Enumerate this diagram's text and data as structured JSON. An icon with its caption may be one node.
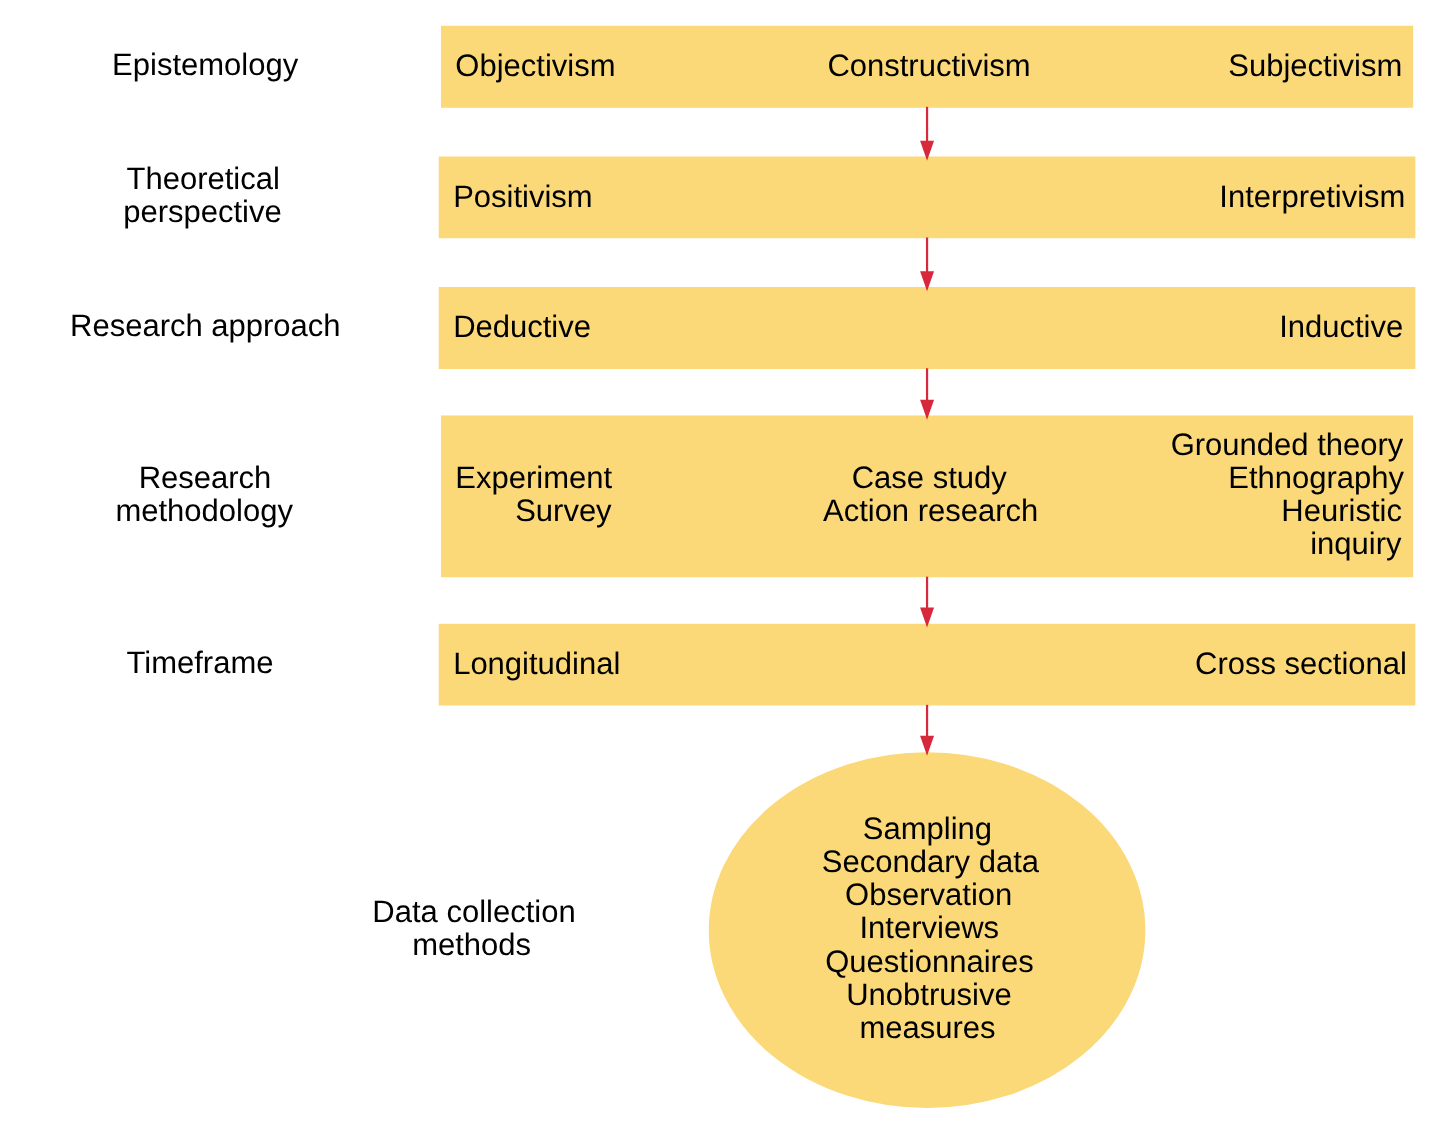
{
  "diagram": {
    "nodes": [
      {
        "text": [
          "Objectivism",
          "Constructivism",
          "Subjectivism"
        ]
      },
      {
        "text": [
          "Positivism",
          "Interpretivism"
        ]
      },
      {
        "text": [
          "Deductive",
          "Inductive"
        ]
      },
      {
        "text": [
          "Experiment Survey",
          "Case study Action research",
          "Grounded theory Ethnography Heuristic inquiry"
        ]
      },
      {
        "text": [
          "Longitudinal",
          "Cross sectional"
        ]
      },
      {
        "text": [
          "Sampling Secondary data Observation Interviews Questionnaires Unobtrusive measures"
        ]
      }
    ],
    "edges": [
      {
        "from": 0,
        "to": 1,
        "arrow": "to"
      },
      {
        "from": 1,
        "to": 2,
        "arrow": "to"
      },
      {
        "from": 2,
        "to": 3,
        "arrow": "to"
      },
      {
        "from": 3,
        "to": 4,
        "arrow": "to"
      },
      {
        "from": 4,
        "to": 5,
        "arrow": "to"
      }
    ],
    "labels": [
      "Epistemology",
      "Theoretical perspective",
      "Research approach",
      "Research methodology",
      "Timeframe",
      "Data collection methods"
    ]
  }
}
